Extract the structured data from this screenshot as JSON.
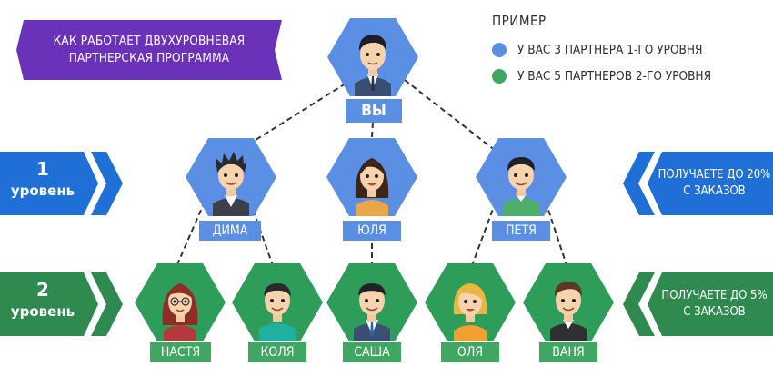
{
  "title": {
    "line1": "КАК РАБОТАЕТ ДВУХУРОВНЕВАЯ",
    "line2": "ПАРТНЕРСКАЯ ПРОГРАММА"
  },
  "legend": {
    "heading": "ПРИМЕР",
    "items": [
      {
        "text": "У ВАС 3 ПАРТНЕРА 1-ГО УРОВНЯ",
        "color": "#5b8fe4"
      },
      {
        "text": "У ВАС 5 ПАРТНЕРОВ 2-ГО УРОВНЯ",
        "color": "#3fa762"
      }
    ]
  },
  "levels": [
    {
      "number": "1",
      "word": "уровень",
      "color": "#1f6fd6",
      "earn_line1": "ПОЛУЧАЕТЕ ДО 20%",
      "earn_line2": "С ЗАКАЗОВ"
    },
    {
      "number": "2",
      "word": "уровень",
      "color": "#2e8a4e",
      "earn_line1": "ПОЛУЧАЕТЕ ДО 5%",
      "earn_line2": "С ЗАКАЗОВ"
    }
  ],
  "root": {
    "name": "ВЫ",
    "icon": "man-dark-hair-avatar-icon"
  },
  "level1": [
    {
      "name": "ДИМА",
      "icon": "man-spiky-hair-avatar-icon"
    },
    {
      "name": "ЮЛЯ",
      "icon": "woman-brown-hair-avatar-icon"
    },
    {
      "name": "ПЕТЯ",
      "icon": "man-short-hair-avatar-icon"
    }
  ],
  "level2": [
    {
      "name": "НАСТЯ",
      "icon": "woman-red-hair-glasses-avatar-icon"
    },
    {
      "name": "КОЛЯ",
      "icon": "man-green-shirt-avatar-icon"
    },
    {
      "name": "САША",
      "icon": "man-tie-avatar-icon"
    },
    {
      "name": "ОЛЯ",
      "icon": "woman-blonde-hair-avatar-icon"
    },
    {
      "name": "ВАНЯ",
      "icon": "man-brown-hair-avatar-icon"
    }
  ],
  "colors": {
    "blue": "#5b8fe4",
    "green": "#2e9d5a",
    "title_purple": "#6a32b8"
  }
}
